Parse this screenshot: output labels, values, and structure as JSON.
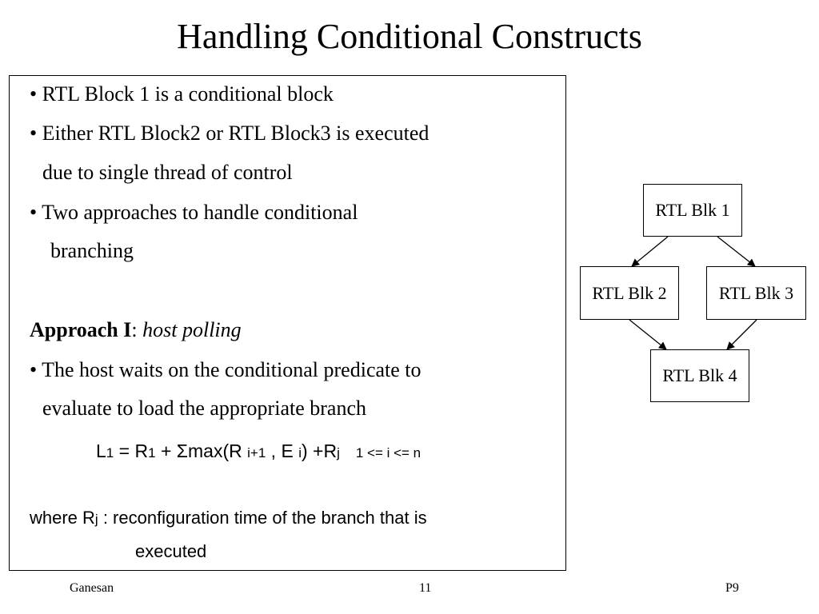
{
  "slide": {
    "title": "Handling Conditional Constructs",
    "bullets": [
      "• RTL Block 1 is a conditional block",
      "• Either RTL Block2 or RTL Block3 is executed",
      "due to single thread of control",
      "• Two approaches to handle conditional",
      "branching"
    ],
    "approach": {
      "label": "Approach I",
      "separator": ": ",
      "name": "host polling"
    },
    "approach_bullets": [
      "• The host waits on the conditional predicate to",
      "evaluate to load the appropriate branch"
    ],
    "formula": {
      "l": "L",
      "l_sub": "1",
      "eq": " = R",
      "r1_sub": "1",
      "plus_sum": " + Σmax(R ",
      "ri_sub": "i+1",
      "comma_e": " , E ",
      "ei_sub": "i",
      "close_plus": ") +R",
      "rj_sub": "j",
      "range": "1 <=  i <= n"
    },
    "where": {
      "prefix": "where R",
      "sub": "j",
      "text": " : reconfiguration time of the branch that is",
      "continuation": "executed"
    }
  },
  "diagram": {
    "blocks": {
      "blk1": "RTL Blk 1",
      "blk2": "RTL Blk 2",
      "blk3": "RTL Blk 3",
      "blk4": "RTL Blk 4"
    }
  },
  "footer": {
    "author": "Ganesan",
    "page": "11",
    "code": "P9"
  }
}
